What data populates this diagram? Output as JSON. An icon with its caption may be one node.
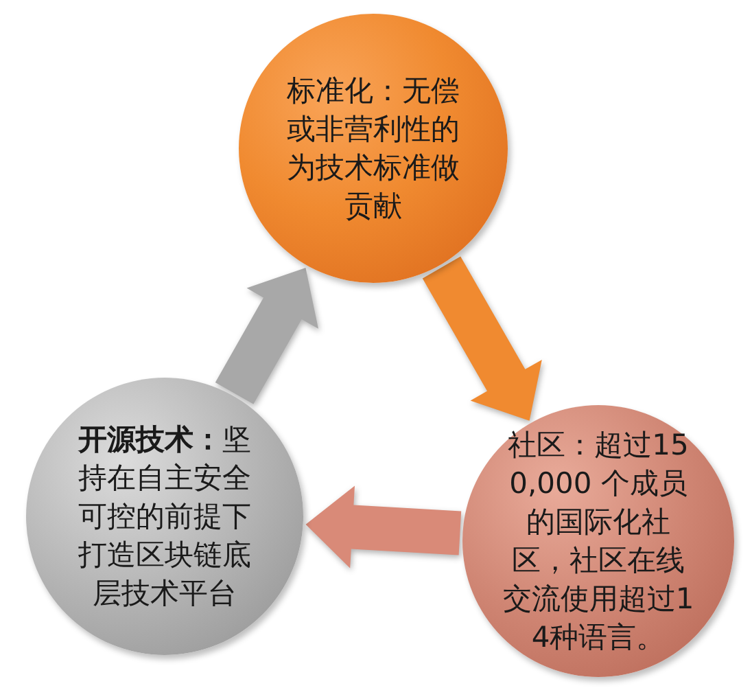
{
  "diagram": {
    "nodes": [
      {
        "text": [
          "标准化：无偿或非营利性的为技术标准做贡献"
        ]
      },
      {
        "text": [
          "社区：超过150,000 个成员的国际化社区，社区在线交流使用超过14种语言。"
        ]
      },
      {
        "text": [
          "**开源技术：**坚持在自主安全可控的前提下打造区块链底层技术平台"
        ]
      }
    ],
    "edges": [
      {
        "from": 0,
        "to": 1,
        "arrow": "to",
        "color": "#f08a30"
      },
      {
        "from": 1,
        "to": 2,
        "arrow": "to",
        "color": "#d98a78"
      },
      {
        "from": 2,
        "to": 0,
        "arrow": "to",
        "color": "#a8a8a8"
      }
    ]
  }
}
